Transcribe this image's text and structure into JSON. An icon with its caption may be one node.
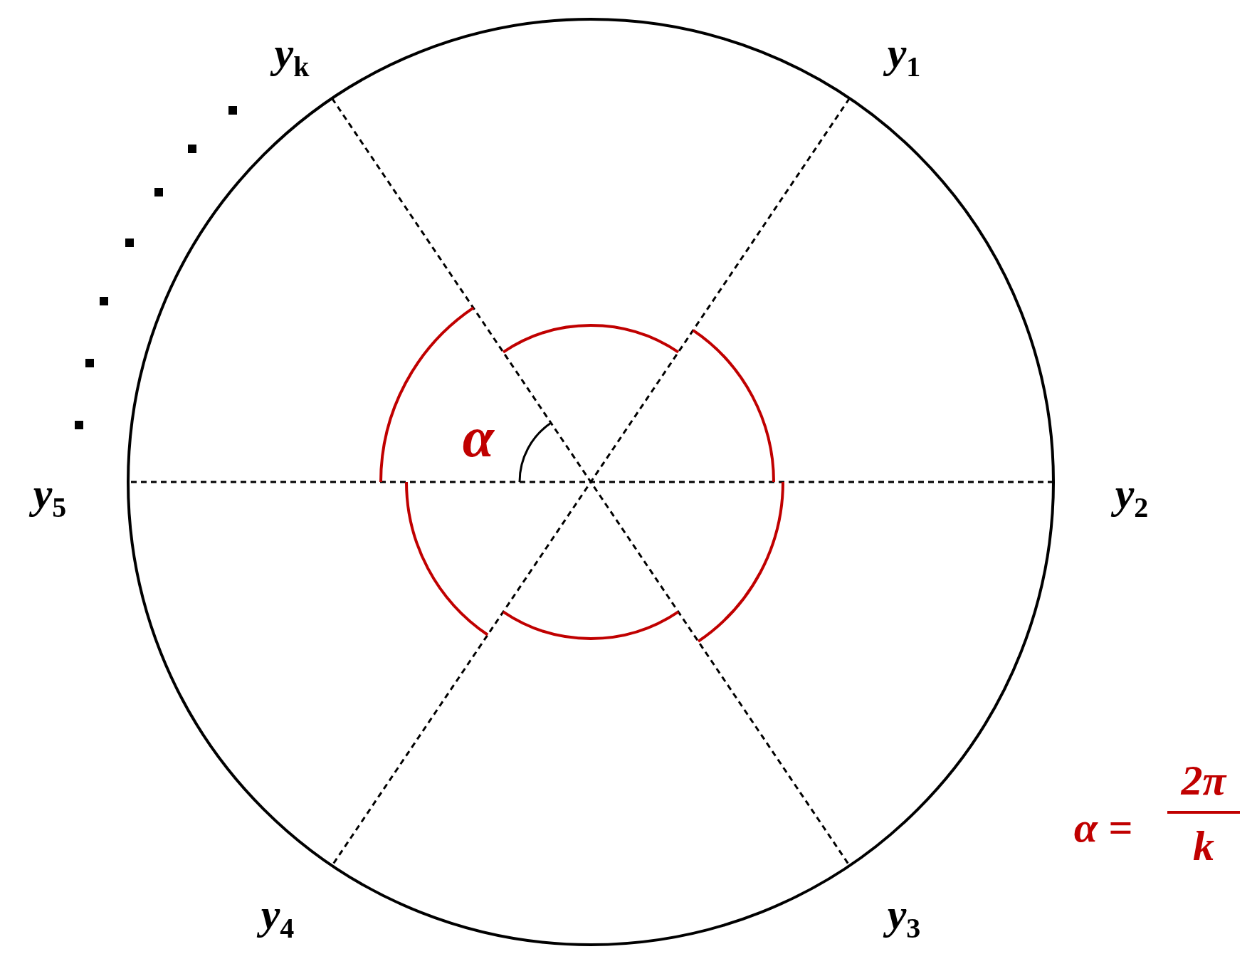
{
  "diagram": {
    "labels": [
      "y$_{k}$",
      "y$_{1}$",
      "y$_{5}$",
      "y$_{2}$",
      "α",
      "y$_{4}$",
      "y$_{3}$",
      "α =",
      "2π",
      "k"
    ]
  }
}
